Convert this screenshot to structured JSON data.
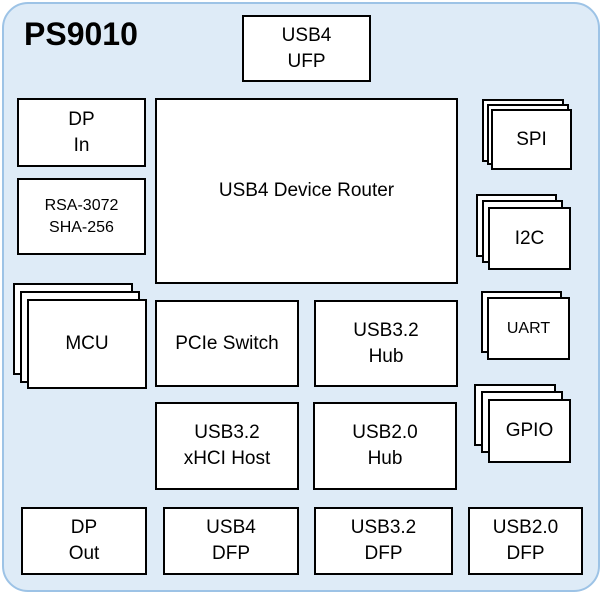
{
  "title": "PS9010",
  "blocks": {
    "usb4_ufp": [
      "USB4",
      "UFP"
    ],
    "dp_in": [
      "DP",
      "In"
    ],
    "rsa_sha": [
      "RSA-3072",
      "SHA-256"
    ],
    "device_router": [
      "USB4 Device Router"
    ],
    "mcu": [
      "MCU"
    ],
    "pcie_switch": [
      "PCIe Switch"
    ],
    "usb32_hub": [
      "USB3.2",
      "Hub"
    ],
    "xhci_host": [
      "USB3.2",
      "xHCI Host"
    ],
    "usb20_hub": [
      "USB2.0",
      "Hub"
    ],
    "spi": [
      "SPI"
    ],
    "i2c": [
      "I2C"
    ],
    "uart": [
      "UART"
    ],
    "gpio": [
      "GPIO"
    ],
    "dp_out": [
      "DP",
      "Out"
    ],
    "usb4_dfp": [
      "USB4",
      "DFP"
    ],
    "usb32_dfp": [
      "USB3.2",
      "DFP"
    ],
    "usb20_dfp": [
      "USB2.0",
      "DFP"
    ]
  }
}
